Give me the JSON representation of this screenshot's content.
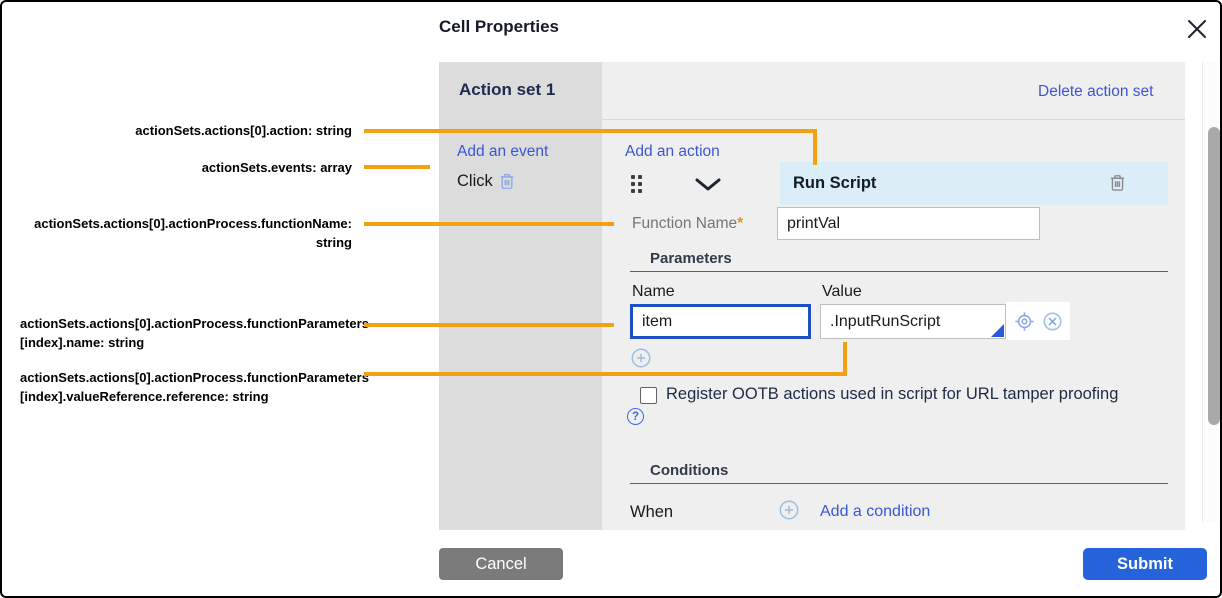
{
  "dialog": {
    "title": "Cell Properties",
    "action_set": {
      "header": "Action set 1",
      "delete_link": "Delete action set"
    },
    "events_column": {
      "add_event_link": "Add an event",
      "event_name": "Click"
    },
    "action_editor": {
      "add_action_link": "Add an action",
      "action_title": "Run Script",
      "function_name_label": "Function Name",
      "required_marker": "*",
      "function_name_value": "printVal",
      "parameters_label": "Parameters",
      "name_header": "Name",
      "value_header": "Value",
      "param_name_value": "item",
      "param_value_value": ".InputRunScript",
      "register_checkbox_label": "Register OOTB actions used in script for URL tamper proofing",
      "help_glyph": "?",
      "conditions_label": "Conditions",
      "when_label": "When",
      "add_condition_link": "Add a condition"
    },
    "footer": {
      "cancel_label": "Cancel",
      "submit_label": "Submit"
    }
  },
  "annotations": {
    "action": "actionSets.actions[0].action: string",
    "events": "actionSets.events: array",
    "function_name": "actionSets.actions[0].actionProcess.functionName: string",
    "param_name_line1": "actionSets.actions[0].actionProcess.functionParameters",
    "param_name_line2": "[index].name: string",
    "param_value_line1": "actionSets.actions[0].actionProcess.functionParameters",
    "param_value_line2": "[index].valueReference.reference: string"
  },
  "colors": {
    "annotation_line_orange": "#f2a20e",
    "link_blue": "#3b56d4",
    "run_script_header_bg": "#d9eef6",
    "focused_input_border": "#1d4fc4",
    "submit_blue": "#2463d9",
    "cancel_gray": "#7b7b7b",
    "panel_gray": "#dcdcdc",
    "panel_light_gray": "#efefef"
  }
}
